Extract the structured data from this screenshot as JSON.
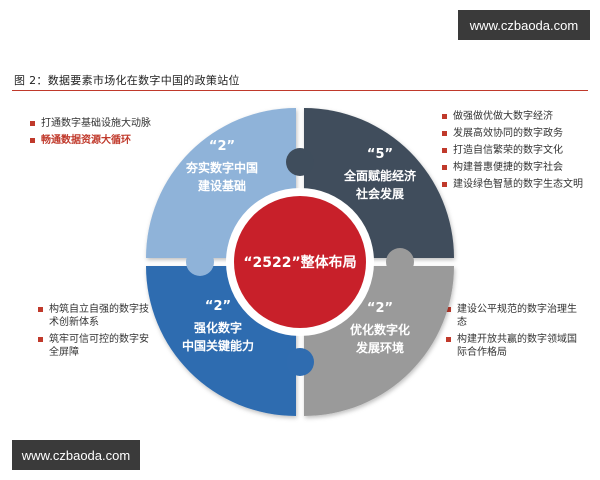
{
  "watermark_top": "www.czbaoda.com",
  "watermark_bottom": "www.czbaoda.com",
  "figure_title": "图 2：数据要素市场化在数字中国的政策站位",
  "center": {
    "label": "“2522”整体布局",
    "color": "#c8202a"
  },
  "quadrants": {
    "top_left": {
      "number": "“2”",
      "line1": "夯实数字中国",
      "line2": "建设基础",
      "color": "#8fb3d9"
    },
    "top_right": {
      "number": "“5”",
      "line1": "全面赋能经济",
      "line2": "社会发展",
      "color": "#3f4d5c"
    },
    "bottom_left": {
      "number": "“2”",
      "line1": "强化数字",
      "line2": "中国关键能力",
      "color": "#2f6cb0"
    },
    "bottom_right": {
      "number": "“2”",
      "line1": "优化数字化",
      "line2": "发展环境",
      "color": "#9a9a9a"
    }
  },
  "lists": {
    "top_left": [
      {
        "text": "打通数字基础设施大动脉",
        "highlight": false
      },
      {
        "text": "畅通数据资源大循环",
        "highlight": true
      }
    ],
    "top_right": [
      {
        "text": "做强做优做大数字经济"
      },
      {
        "text": "发展高效协同的数字政务"
      },
      {
        "text": "打造自信繁荣的数字文化"
      },
      {
        "text": "构建普惠便捷的数字社会"
      },
      {
        "text": "建设绿色智慧的数字生态文明"
      }
    ],
    "bottom_left": [
      {
        "text": "构筑自立自强的数字技术创新体系"
      },
      {
        "text": "筑牢可信可控的数字安全屏障"
      }
    ],
    "bottom_right": [
      {
        "text": "建设公平规范的数字治理生态"
      },
      {
        "text": "构建开放共赢的数字领域国际合作格局"
      }
    ]
  }
}
